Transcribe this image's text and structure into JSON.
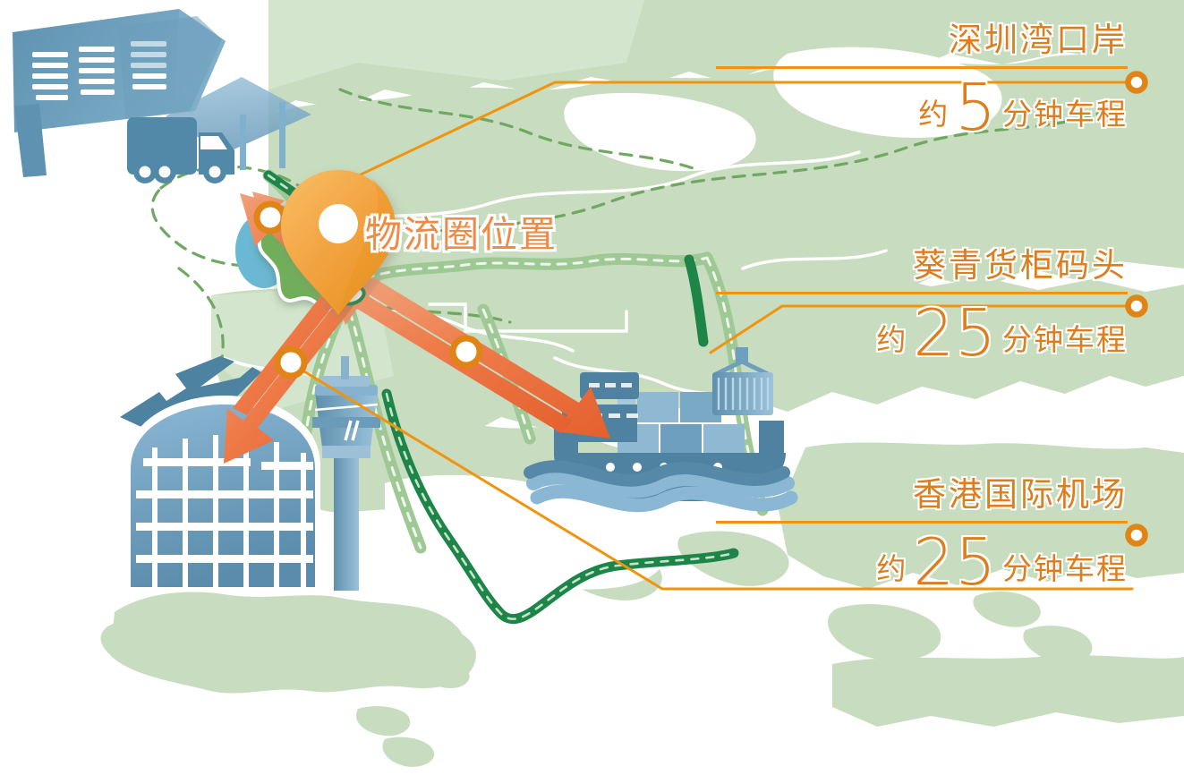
{
  "palette": {
    "land": "#c8dcc0",
    "land_light": "#d6e6cf",
    "water": "#ffffff",
    "road": "#ffffff",
    "highway_green": "#9ec894",
    "rail_dark_green": "#1e8549",
    "border_dash": "#6fa861",
    "orange_line": "#f0940f",
    "orange_text": "#dd7d1e",
    "pin_orange": "#f2a03f",
    "arrow_orange": "#e8663a",
    "arrow_orange_light": "#f2a07a",
    "icon_blue_dark": "#4d7f9c",
    "icon_blue_mid": "#6fa0bf",
    "icon_blue_light": "#9dc3dc",
    "highlight_green": "#6fae5a",
    "highlight_water_blue": "#6bb8d4",
    "label_center": "#ee8b46"
  },
  "center_marker": {
    "label": "物流圈位置",
    "icon": "map-pin-icon"
  },
  "destinations": [
    {
      "id": "shenzhen-bay-port",
      "title": "深圳湾口岸",
      "duration_prefix": "约",
      "duration_value": "5",
      "duration_suffix": "分钟车程",
      "endpoint_icon": "ring-endpoint-icon"
    },
    {
      "id": "kwai-tsing-container-terminal",
      "title": "葵青货柜码头",
      "duration_prefix": "约",
      "duration_value": "25",
      "duration_suffix": "分钟车程",
      "endpoint_icon": "ring-endpoint-icon"
    },
    {
      "id": "hong-kong-international-airport",
      "title": "香港国际机场",
      "duration_prefix": "约",
      "duration_value": "25",
      "duration_suffix": "分钟车程",
      "endpoint_icon": "ring-endpoint-icon"
    }
  ],
  "icons": [
    {
      "id": "warehouse-truck-icon",
      "label": "仓库货车",
      "position": "top-left"
    },
    {
      "id": "airport-terminal-icon",
      "label": "机场客运大楼",
      "position": "bottom-left"
    },
    {
      "id": "container-ship-icon",
      "label": "货柜轮船",
      "position": "center-right"
    },
    {
      "id": "crane-container-icon",
      "label": "吊运货柜",
      "position": "center-right-top"
    },
    {
      "id": "airplane-icon",
      "label": "飞机",
      "position": "left-middle"
    },
    {
      "id": "control-tower-icon",
      "label": "航空管制塔",
      "position": "center-left"
    }
  ],
  "connector_nodes": [
    {
      "id": "node-shenzhen-bay",
      "icon": "ring-node-icon"
    },
    {
      "id": "node-kwai-tsing",
      "icon": "ring-node-icon"
    },
    {
      "id": "node-airport",
      "icon": "ring-node-icon"
    }
  ],
  "arrows": [
    {
      "id": "arrow-to-shenzhen-bay",
      "direction": "northwest",
      "style": "double-headed"
    },
    {
      "id": "arrow-to-kwai-tsing",
      "direction": "southeast",
      "style": "double-headed"
    },
    {
      "id": "arrow-to-airport",
      "direction": "southwest",
      "style": "double-headed"
    }
  ]
}
